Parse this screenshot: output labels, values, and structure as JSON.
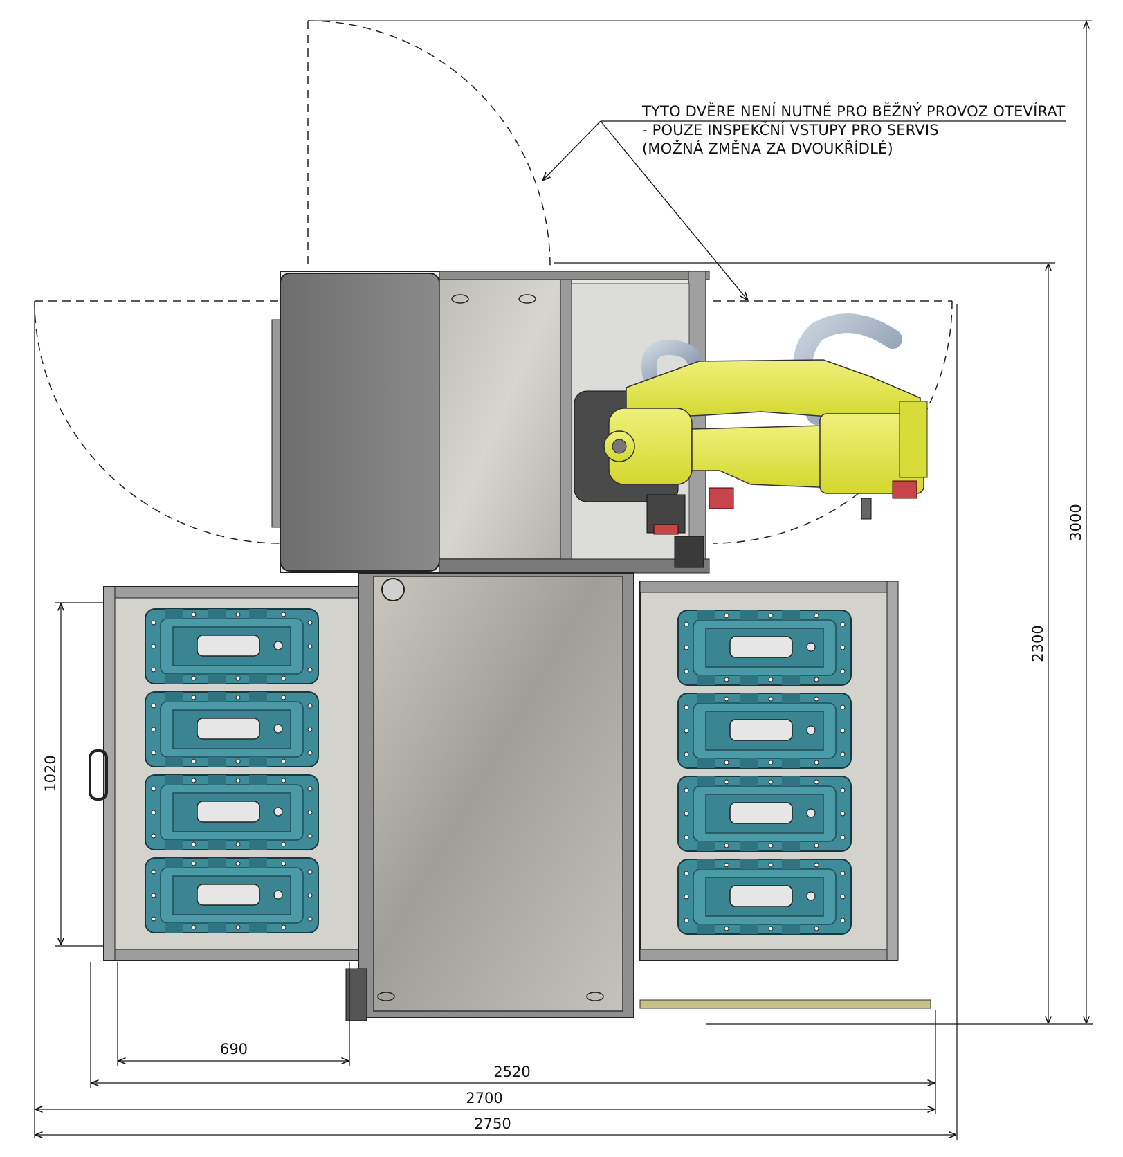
{
  "note": {
    "line1": "TYTO DVĚRE NENÍ NUTNÉ PRO BĚŽNÝ PROVOZ OTEVÍRAT",
    "line2": "- POUZE INSPEKČNÍ VSTUPY PRO SERVIS",
    "line3": "(MOŽNÁ ZMĚNA ZA DVOUKŘÍDLÉ)"
  },
  "dimensions": {
    "height_total": "3000",
    "height_cell": "2300",
    "height_magazine": "1020",
    "width_drawer": "690",
    "width_2520": "2520",
    "width_2700": "2700",
    "width_2750": "2750"
  },
  "colors": {
    "robot": "#e2e63a",
    "fixture": "#3f8f9c",
    "panel": "#c8c7c2",
    "door": "#7f7f7f",
    "frame": "#2c2c2c"
  }
}
